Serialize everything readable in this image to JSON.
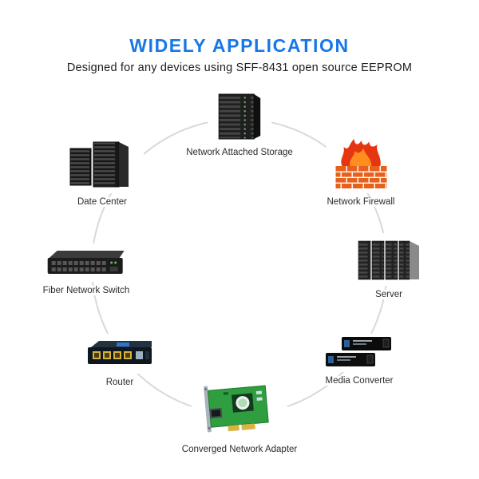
{
  "header": {
    "title": "WIDELY APPLICATION",
    "subtitle": "Designed for any devices using SFF-8431 open source EEPROM"
  },
  "colors": {
    "title_blue": "#1777e8",
    "circle_gray": "#d9d9d9",
    "firewall_brick": "#e8611c",
    "flame_red": "#e63511",
    "flame_orange": "#ff8e1e",
    "pcb_green": "#2e9e3f",
    "port_yellow": "#d8b23a",
    "label_text": "#2b2b2b"
  },
  "devices": [
    {
      "id": "nas",
      "label": "Network Attached Storage",
      "icon": "nas-rack-icon"
    },
    {
      "id": "datacenter",
      "label": "Date Center",
      "icon": "datacenter-racks-icon"
    },
    {
      "id": "firewall",
      "label": "Network Firewall",
      "icon": "firewall-brick-flame-icon"
    },
    {
      "id": "switch",
      "label": "Fiber Network Switch",
      "icon": "network-switch-icon"
    },
    {
      "id": "server",
      "label": "Server",
      "icon": "server-rack-icon"
    },
    {
      "id": "router",
      "label": "Router",
      "icon": "router-icon"
    },
    {
      "id": "media_converter",
      "label": "Media Converter",
      "icon": "media-converter-icon"
    },
    {
      "id": "adapter",
      "label": "Converged Network Adapter",
      "icon": "network-adapter-card-icon"
    }
  ]
}
